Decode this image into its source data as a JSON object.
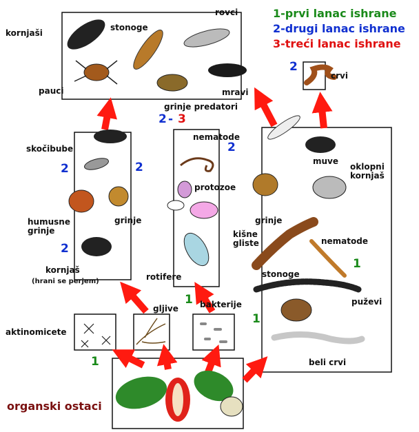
{
  "legend": [
    {
      "text": "1-prvi lanac ishrane",
      "color": "#1a8a1a"
    },
    {
      "text": "2-drugi lanac ishrane",
      "color": "#1030d0"
    },
    {
      "text": "3-treći lanac ishrane",
      "color": "#e01010"
    }
  ],
  "labels": {
    "kornjasi": "kornjaši",
    "stonoge_top": "stonoge",
    "rovci": "rovci",
    "pauci": "pauci",
    "mravi": "mravi",
    "grinje_predatori": "grinje predatori",
    "crvi": "crvi",
    "skocibube": "skočibube",
    "humusne_grinje": "humusne\ngrinje",
    "grinje_left": "grinje",
    "kornjas": "kornjaš",
    "kornjas_note": "(hrani se perjem)",
    "nematode_mid": "nematode",
    "protozoe": "protozoe",
    "rotifere": "rotifere",
    "muve": "muve",
    "oklopni_kornjas": "oklopni\nkornjaš",
    "grinje_right": "grinje",
    "kisne_gliste": "kišne\ngliste",
    "nematode_right": "nematode",
    "stonoge_right": "stonoge",
    "puzevi": "puževi",
    "beli_crvi": "beli crvi",
    "aktinomicete": "aktinomicete",
    "gljive": "gljive",
    "bakterije": "bakterije",
    "organski_ostaci": "organski ostaci"
  },
  "numbers": {
    "crvi": "2",
    "predatori_2": "2",
    "predatori_dash": "-",
    "predatori_3": "3",
    "skocibube_left": "2",
    "skocibube_right": "2",
    "kornjas": "2",
    "nematode_mid": "2",
    "rotifere": "1",
    "nematode_right": "1",
    "bakterije": "1",
    "aktinomicete": "1"
  },
  "colors": {
    "chain1": "#1a8a1a",
    "chain2": "#1030d0",
    "chain3": "#e01010",
    "arrow": "#ff1a10",
    "organic_text": "#7a1010"
  }
}
